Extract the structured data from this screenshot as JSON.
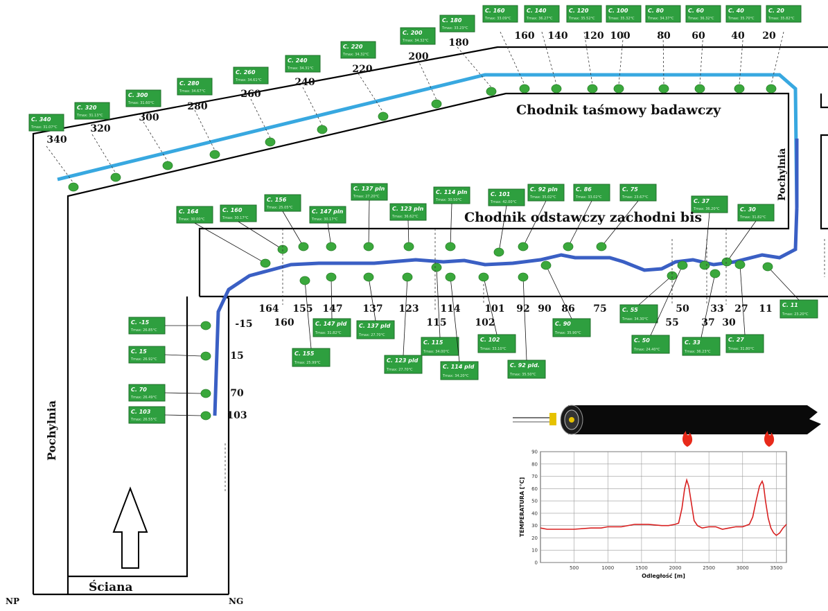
{
  "labels": {
    "belt_gallery": "Chodnik taśmowy badawczy",
    "west_gallery": "Chodnik odstawczy zachodni bis",
    "incline_left": "Pochylnia",
    "incline_right": "Pochylnia",
    "face": "Ściana",
    "corner_np": "NP",
    "corner_ng": "NG"
  },
  "tags_top": [
    {
      "title": "C. 340",
      "sub": "Tmax: 31.07°C"
    },
    {
      "title": "C. 320",
      "sub": "Tmax: 31.13°C"
    },
    {
      "title": "C. 300",
      "sub": "Tmax: 31.60°C"
    },
    {
      "title": "C. 280",
      "sub": "Tmax: 34.67°C"
    },
    {
      "title": "C. 260",
      "sub": "Tmax: 34.61°C"
    },
    {
      "title": "C. 240",
      "sub": "Tmax: 34.31°C"
    },
    {
      "title": "C. 220",
      "sub": "Tmax: 34.32°C"
    },
    {
      "title": "C. 200",
      "sub": "Tmax: 34.32°C"
    },
    {
      "title": "C. 180",
      "sub": "Tmax: 33.23°C"
    },
    {
      "title": "C. 160",
      "sub": "Tmax: 33.09°C"
    },
    {
      "title": "C. 140",
      "sub": "Tmax: 36.27°C"
    },
    {
      "title": "C. 120",
      "sub": "Tmax: 35.52°C"
    },
    {
      "title": "C. 100",
      "sub": "Tmax: 35.32°C"
    },
    {
      "title": "C. 80",
      "sub": "Tmax: 34.37°C"
    },
    {
      "title": "C. 60",
      "sub": "Tmax: 36.32°C"
    },
    {
      "title": "C. 40",
      "sub": "Tmax: 35.70°C"
    },
    {
      "title": "C. 20",
      "sub": "Tmax: 35.82°C"
    }
  ],
  "nums_top": [
    "340",
    "320",
    "300",
    "280",
    "260",
    "240",
    "220",
    "200",
    "180",
    "160",
    "140",
    "120",
    "100",
    "80",
    "60",
    "40",
    "20"
  ],
  "tags_mid_upper": [
    {
      "title": "C. 164",
      "sub": "Tmax: 30.00°C"
    },
    {
      "title": "C. 160",
      "sub": "Tmax: 30.17°C"
    },
    {
      "title": "C. 156",
      "sub": "Tmax: 25.05°C"
    },
    {
      "title": "C. 147 pln",
      "sub": "Tmax: 30.17°C"
    },
    {
      "title": "C. 137 pln",
      "sub": "Tmax: 27.20°C"
    },
    {
      "title": "C. 123 pln",
      "sub": "Tmax: 36.62°C"
    },
    {
      "title": "C. 114 pln",
      "sub": "Tmax: 30.50°C"
    },
    {
      "title": "C. 101",
      "sub": "Tmax: 42.00°C"
    },
    {
      "title": "C. 92 pln",
      "sub": "Tmax: 35.02°C"
    },
    {
      "title": "C. 86",
      "sub": "Tmax: 33.02°C"
    },
    {
      "title": "C. 75",
      "sub": "Tmax: 23.67°C"
    },
    {
      "title": "C. 37",
      "sub": "Tmax: 36.20°C"
    },
    {
      "title": "C. 30",
      "sub": "Tmax: 31.82°C"
    }
  ],
  "tags_mid_lower": [
    {
      "title": "C. 155",
      "sub": "Tmax: 25.99°C"
    },
    {
      "title": "C. 147 pld",
      "sub": "Tmax: 31.82°C"
    },
    {
      "title": "C. 137 pld",
      "sub": "Tmax: 27.70°C"
    },
    {
      "title": "C. 123 pld",
      "sub": "Tmax: 27.70°C"
    },
    {
      "title": "C. 115",
      "sub": "Tmax: 34.00°C"
    },
    {
      "title": "C. 114 pld",
      "sub": "Tmax: 34.20°C"
    },
    {
      "title": "C. 102",
      "sub": "Tmax: 33.10°C"
    },
    {
      "title": "C. 92 pld.",
      "sub": "Tmax: 35.50°C"
    },
    {
      "title": "C. 90",
      "sub": "Tmax: 35.90°C"
    },
    {
      "title": "C. 55",
      "sub": "Tmax: 34.30°C"
    },
    {
      "title": "C. 50",
      "sub": "Tmax: 24.40°C"
    },
    {
      "title": "C. 33",
      "sub": "Tmax: 36.23°C"
    },
    {
      "title": "C. 27",
      "sub": "Tmax: 31.80°C"
    },
    {
      "title": "C. 11",
      "sub": "Tmax: 23.20°C"
    }
  ],
  "nums_mid": [
    "164",
    "155",
    "147",
    "137",
    "123",
    "114",
    "101",
    "92",
    "90",
    "86",
    "75",
    "50",
    "33",
    "27",
    "11"
  ],
  "nums_mid_low": [
    "160",
    "115",
    "102",
    "55",
    "37",
    "30"
  ],
  "tags_left": [
    {
      "title": "C. -15",
      "sub": "Tmax: 26.85°C"
    },
    {
      "title": "C. 15",
      "sub": "Tmax: 26.92°C"
    },
    {
      "title": "C. 70",
      "sub": "Tmax: 26.49°C"
    },
    {
      "title": "C. 103",
      "sub": "Tmax: 26.55°C"
    }
  ],
  "nums_left": [
    "-15",
    "15",
    "70",
    "103"
  ],
  "chart_data": {
    "type": "line",
    "title": "",
    "xlabel": "Odległość [m]",
    "ylabel": "TEMPERATURA [°C]",
    "xlim": [
      0,
      3650
    ],
    "ylim": [
      0,
      90
    ],
    "xticks": [
      500,
      1000,
      1500,
      2000,
      2500,
      3000,
      3500
    ],
    "yticks": [
      0,
      10,
      20,
      30,
      40,
      50,
      60,
      70,
      80,
      90
    ],
    "grid": true,
    "line_color": "#d82020",
    "series": [
      {
        "x": [
          0,
          100,
          250,
          500,
          750,
          900,
          1000,
          1200,
          1400,
          1600,
          1800,
          1900,
          2000,
          2050,
          2100,
          2140,
          2170,
          2200,
          2240,
          2280,
          2330,
          2400,
          2500,
          2600,
          2700,
          2800,
          2900,
          3000,
          3100,
          3150,
          3200,
          3250,
          3290,
          3310,
          3340,
          3380,
          3420,
          3460,
          3500,
          3550,
          3600,
          3650
        ],
        "y": [
          28,
          27,
          27,
          27,
          28,
          28,
          29,
          29,
          31,
          31,
          30,
          30,
          31,
          32,
          44,
          60,
          67,
          62,
          48,
          34,
          30,
          28,
          29,
          29,
          27,
          28,
          29,
          29,
          31,
          37,
          50,
          62,
          66,
          63,
          50,
          36,
          28,
          24,
          22,
          24,
          28,
          31
        ]
      }
    ]
  }
}
